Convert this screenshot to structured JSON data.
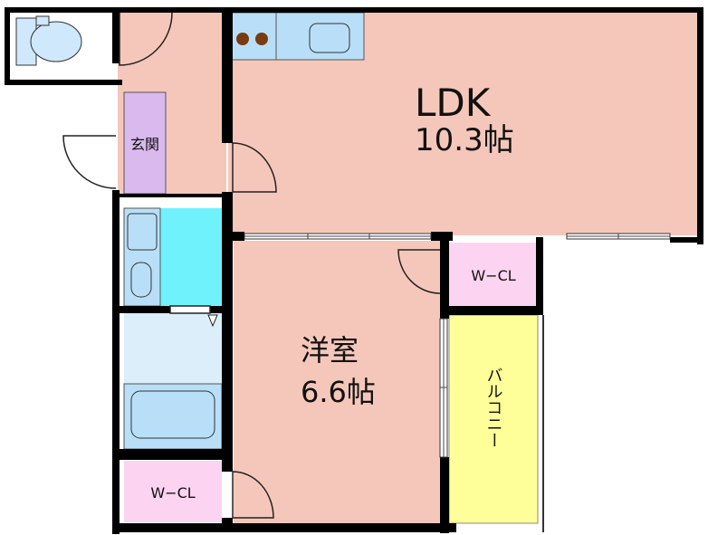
{
  "rooms": {
    "ldk": {
      "name": "LDK",
      "size": "10.3帖",
      "color": "#f5c7ba"
    },
    "western": {
      "name": "洋室",
      "size": "6.6帖",
      "color": "#f5c7ba"
    },
    "entrance": {
      "label": "玄関",
      "color": "#f5c7ba"
    },
    "wcl_upper": {
      "label": "W−CL",
      "color": "#fcd3f0"
    },
    "wcl_lower": {
      "label": "W−CL",
      "color": "#fcd3f0"
    },
    "balcony": {
      "label": "バルコニー",
      "color": "#ffff99"
    }
  },
  "fixtures": {
    "toilet_color": "#cfe8fb",
    "kitchen_color": "#b9dff8",
    "stove_color": "#7a3a12",
    "shoe_cabinet_color": "#d9b9ee",
    "washroom_color": "#6ff2fb",
    "bath_floor_color": "#dbeefa",
    "bathtub_color": "#b9dff8",
    "wall_color": "#000000"
  }
}
